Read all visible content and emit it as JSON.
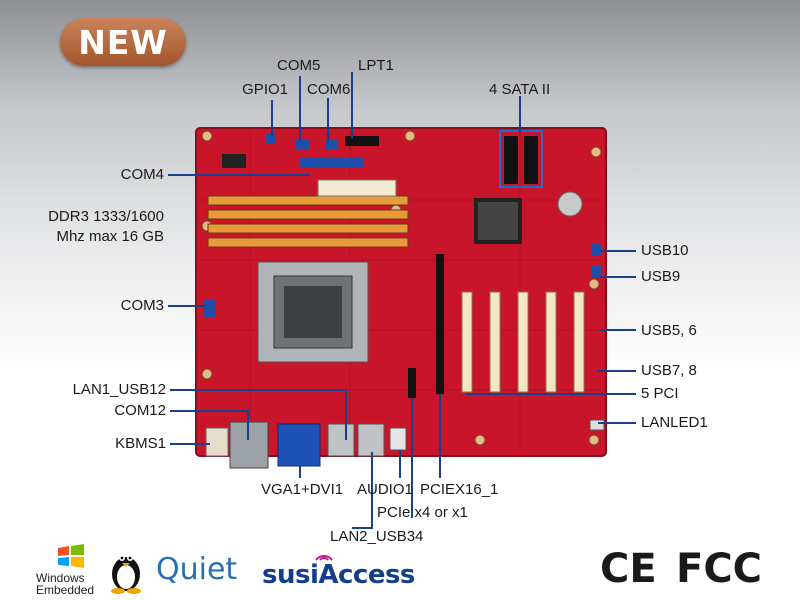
{
  "badge": "NEW",
  "labels": {
    "gpio1": "GPIO1",
    "com5": "COM5",
    "com6": "COM6",
    "lpt1": "LPT1",
    "sata": "4 SATA II",
    "com4": "COM4",
    "ddr3_line1": "DDR3 1333/1600",
    "ddr3_line2": "Mhz max 16 GB",
    "com3": "COM3",
    "lan1_usb12": "LAN1_USB12",
    "com12": "COM12",
    "kbms1": "KBMS1",
    "vga_dvi": "VGA1+DVI1",
    "audio1": "AUDIO1",
    "pciex16": "PCIEX16_1",
    "pcie_x4": "PCIe x4 or x1",
    "lan2_usb34": "LAN2_USB34",
    "usb10": "USB10",
    "usb9": "USB9",
    "usb56": "USB5, 6",
    "usb78": "USB7, 8",
    "pci5": "5 PCI",
    "lanled1": "LANLED1"
  },
  "logos": {
    "windows_line1": "Windows",
    "windows_line2": "Embedded",
    "quiet": "Quiet",
    "susi": "susiAccess",
    "ce": "CE",
    "fcc": "FCC"
  },
  "colors": {
    "board": "#c8152a",
    "leader": "#1b3f8a",
    "badge": "#b3643c"
  }
}
